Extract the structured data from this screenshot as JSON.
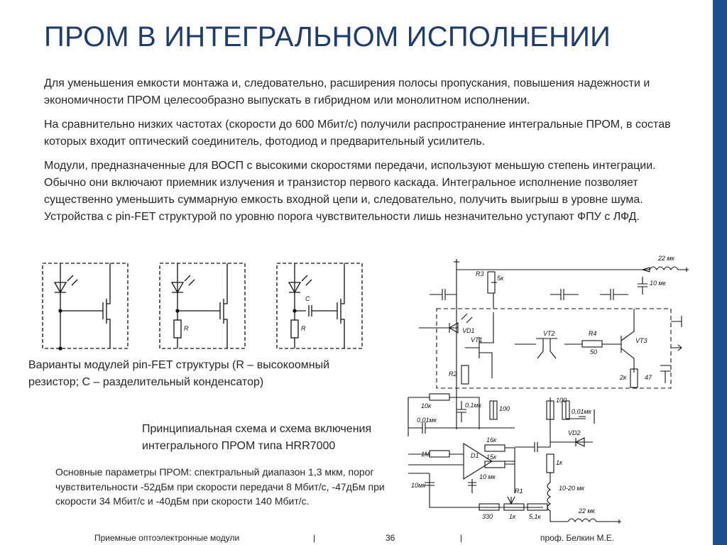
{
  "slide": {
    "title": "ПРОМ В ИНТЕГРАЛЬНОМ ИСПОЛНЕНИИ",
    "paragraphs": [
      "Для уменьшения емкости монтажа и, следовательно, расширения полосы пропускания, повышения надежности и экономичности ПРОМ целесообразно выпускать в гибридном или монолитном исполнении.",
      "На сравнительно низких частотах (скорости до 600 Мбит/с) получили распространение интегральные ПРОМ, в состав которых входит оптический соединитель, фотодиод и предварительный усилитель.",
      "Модули, предназначенные для ВОСП с высокими скоростями передачи, используют меньшую степень интеграции. Обычно они включают приемник излучения и транзистор первого каскада. Интегральное исполнение позволяет существенно уменьшить суммарную емкость входной цепи и, следовательно, получить выигрыш в уровне шума. Устройства с pin-FET структурой по уровню порога чувствительности лишь незначительно уступают ФПУ с ЛФД."
    ],
    "captions": {
      "variants": "Варианты модулей pin-FET структуры (R – высокоомный резистор; С – разделительный конденсатор)",
      "schematic": "Принципиальная схема и схема включения интегрального ПРОМ типа HRR7000",
      "params": "Основные параметры ПРОМ: спектральный диапазон 1,3 мкм, порог чувствительности -52дБм при скорости передачи 8 Мбит/с, -47дБм при скорости 34 Мбит/с и -40дБм при скорости 140 Мбит/с."
    },
    "diagram_labels": {
      "R": "R",
      "C": "C",
      "r3": "R3",
      "r3v": "5к",
      "l1": "22 мк",
      "c10": "10 мк",
      "vd1": "VD1",
      "vt1": "VT1",
      "vt2": "VT2",
      "vt3": "VT3",
      "r4": "R4",
      "r4v": "50",
      "r2": "R2",
      "c01a": "0,1мк",
      "r100a": "100",
      "r2k": "2к",
      "r47": "47",
      "r10k": "10к",
      "c001a": "0,01мк",
      "r1m": "1М",
      "r16k": "16к",
      "r15k": "15к",
      "d1": "D1",
      "c10b": "10 мк",
      "c10c": "10мк",
      "r1": "R1",
      "r330": "330",
      "r1k": "1к",
      "r51k": "5,1к",
      "r100b": "100",
      "c001b": "0,01мк",
      "vd2": "VD2",
      "r1kb": "1к",
      "l2": "10-20 мк",
      "l3": "22 мк"
    },
    "footer": {
      "left": "Приемные оптоэлектронные модули",
      "sep": "|",
      "page": "36",
      "right": "проф. Белкин М.Е."
    },
    "colors": {
      "title": "#1f3d6b",
      "accent": "#1f4e8c"
    }
  }
}
